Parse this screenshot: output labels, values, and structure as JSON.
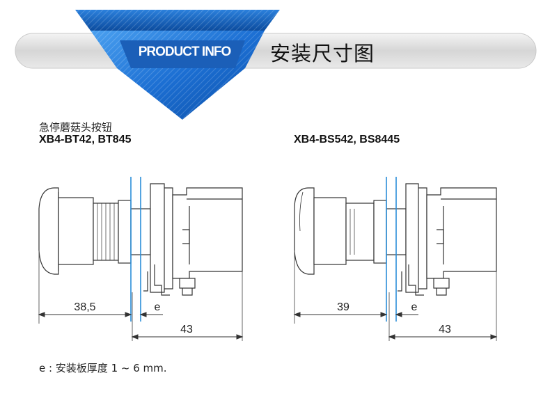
{
  "header": {
    "badge_text": "PRODUCT INFO",
    "section_title": "安装尺寸图"
  },
  "left_diagram": {
    "category_label": "急停蘑菇头按钮",
    "model": "XB4-BT42, BT845",
    "dim_front": "38,5",
    "dim_e": "e",
    "dim_total": "43"
  },
  "right_diagram": {
    "model": "XB4-BS542, BS8445",
    "dim_front": "39",
    "dim_e": "e",
    "dim_total": "43"
  },
  "footnote": "e : 安装板厚度 1 ~ 6 mm.",
  "colors": {
    "banner_blue": "#1e6fd0",
    "banner_gray": "#dcdcdc",
    "mounting_plate": "#2a8ed8",
    "line": "#333333"
  }
}
